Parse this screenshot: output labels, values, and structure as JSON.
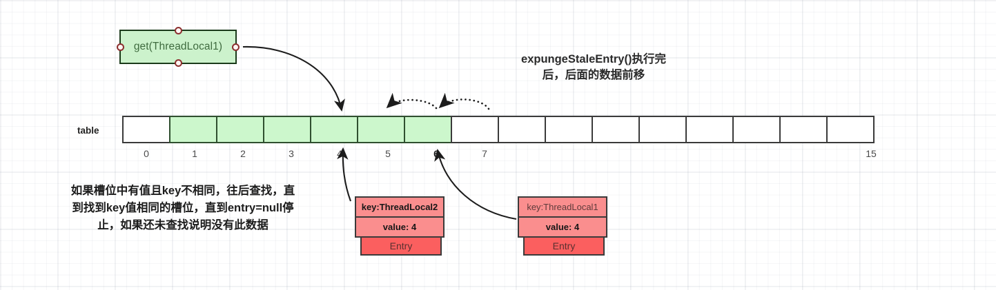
{
  "diagram": {
    "title_note": "expungeStaleEntry()执行完\n后，后面的数据前移",
    "title_line1": "expungeStaleEntry()执行完",
    "title_line2": "后，后面的数据前移",
    "bottom_note_line1": "如果槽位中有值且key不相同，往后查找，直",
    "bottom_note_line2": "到找到key值相同的槽位，直到entry=null停",
    "bottom_note_line3": "止，如果还未查找说明没有此数据"
  },
  "call_box": {
    "label": "get(ThreadLocal1)",
    "fill": "#ccf2cc",
    "stroke": "#1a3a1a",
    "text_color": "#3f6b3f"
  },
  "table": {
    "label": "table",
    "cell_count": 16,
    "filled_indices": [
      1,
      2,
      3,
      4,
      5,
      6
    ],
    "filled_color": "#ccf7cc",
    "empty_color": "#ffffff",
    "visible_index_labels": [
      "0",
      "1",
      "2",
      "3",
      "4",
      "5",
      "6",
      "7",
      "15"
    ],
    "bold_index_labels": [
      "6"
    ],
    "indices": [
      "0",
      "1",
      "2",
      "3",
      "4",
      "5",
      "6",
      "7",
      "",
      "",
      "",
      "",
      "",
      "",
      "",
      "15"
    ]
  },
  "entries": [
    {
      "id": "entry-threadlocal2",
      "key": "key:ThreadLocal2",
      "value": "value: 4",
      "footer": "Entry",
      "key_bold": true,
      "points_to_slot": "4",
      "fill": "#fa8e8e",
      "footer_fill": "#fb5f5f"
    },
    {
      "id": "entry-threadlocal1",
      "key": "key:ThreadLocal1",
      "value": "value: 4",
      "footer": "Entry",
      "key_bold": false,
      "points_to_slot": "6",
      "fill": "#fa8e8e",
      "footer_fill": "#fb5f5f"
    }
  ],
  "arrows": {
    "get_to_slot4": "curved solid arrow from get(ThreadLocal1) box to table slot 4",
    "shift_arc_1": "dotted arc from slot 6 to slot 5",
    "shift_arc_2": "dotted arc from slot 7 to slot 6",
    "entry2_to_slot4": "solid arrow from entry ThreadLocal2 up to slot 4",
    "entry1_to_slot6": "solid arrow from entry ThreadLocal1 up to slot 6"
  }
}
